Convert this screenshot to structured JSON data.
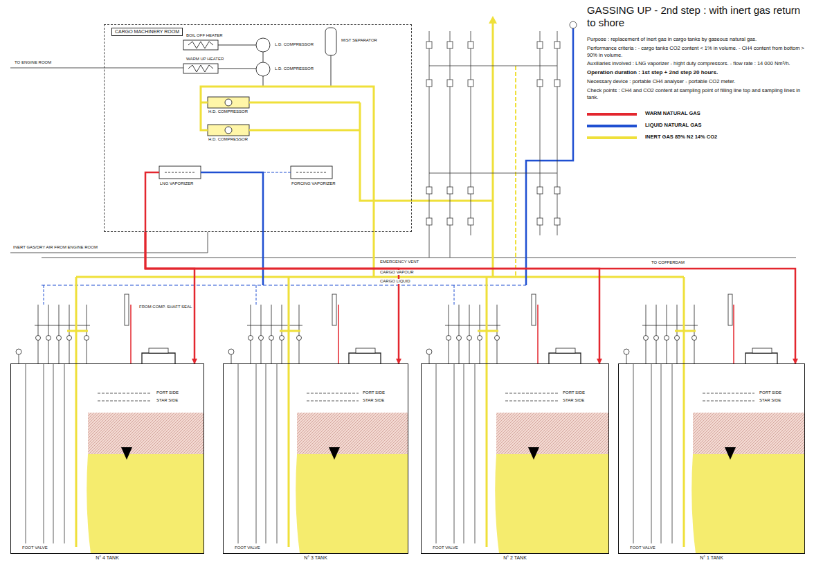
{
  "diagram": {
    "title": "GASSING UP - 2nd step : with inert gas return to shore",
    "nodes": [
      {
        "text": [
          "CARGO MACHINERY ROOM"
        ]
      },
      {
        "text": [
          "N° 4 TANK"
        ]
      },
      {
        "text": [
          "N° 3 TANK"
        ]
      },
      {
        "text": [
          "N° 2 TANK"
        ]
      },
      {
        "text": [
          "N° 1 TANK"
        ]
      }
    ],
    "edges": [
      {
        "from": 0,
        "to": 1,
        "arrow": "to"
      },
      {
        "from": 0,
        "to": 2,
        "arrow": "to"
      },
      {
        "from": 0,
        "to": 3,
        "arrow": "to"
      },
      {
        "from": 0,
        "to": 4,
        "arrow": "to"
      }
    ],
    "labels": [
      "Purpose : replacement of inert gas in cargo tanks by gaseous natural gas.",
      "Performance criteria : - cargo tanks CO2 content < 1% in volume. - CH4 content from bottom > 90% in volume.",
      "Auxiliaries involved : LNG vaporizer - hight duty compressors. - flow rate : 14 000 Nm³/h.",
      "Operation duration : 1st step + 2nd step 20 hours.",
      "Necessary device : portable CH4 analyser - portable CO2 meter.",
      "Check points : CH4 and CO2 content at sampling point of filling line top and sampling lines in tank.",
      "TO ENGINE ROOM",
      "INERT GAS/DRY AIR FROM ENGINE ROOM",
      "EMERGENCY VENT",
      "CARGO VAPOUR",
      "CARGO LIQUID",
      "TO COFFERDAM",
      "FROM COMP. SHAFT SEAL",
      "BOIL OFF HEATER",
      "WARM UP HEATER",
      "L.D. COMPRESSOR",
      "L.D. COMPRESSOR",
      "H.D. COMPRESSOR",
      "H.D. COMPRESSOR",
      "MIST SEPARATOR",
      "LNG VAPORIZER",
      "FORCING VAPORIZER",
      "PORT SIDE",
      "STAR SIDE",
      "FOOT VALVE",
      "PORT SIDE",
      "STAR SIDE",
      "FOOT VALVE",
      "PORT SIDE",
      "STAR SIDE",
      "FOOT VALVE",
      "PORT SIDE",
      "STAR SIDE",
      "FOOT VALVE"
    ],
    "legend": [
      {
        "text": "WARM NATURAL GAS",
        "color": "#e3262e"
      },
      {
        "text": "LIQUID NATURAL GAS",
        "color": "#1f4fd1"
      },
      {
        "text": "INERT GAS 85% N2 14% CO2",
        "color": "#efe03a"
      }
    ]
  }
}
